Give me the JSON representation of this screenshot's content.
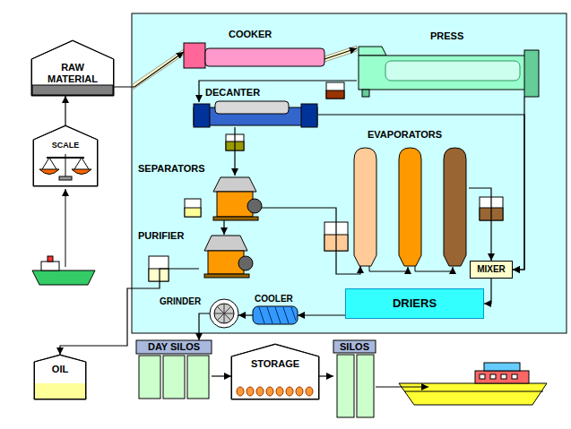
{
  "diagram": {
    "nodes": [
      {
        "text": [
          "RAW MATERIAL"
        ]
      },
      {
        "text": [
          "SCALE"
        ]
      },
      {
        "text": [
          "COOKER"
        ]
      },
      {
        "text": [
          "PRESS"
        ]
      },
      {
        "text": [
          "DECANTER"
        ]
      },
      {
        "text": [
          "SEPARATORS"
        ]
      },
      {
        "text": [
          "PURIFIER"
        ]
      },
      {
        "text": [
          "EVAPORATORS"
        ]
      },
      {
        "text": [
          "MIXER"
        ]
      },
      {
        "text": [
          "DRIERS"
        ]
      },
      {
        "text": [
          "COOLER"
        ]
      },
      {
        "text": [
          "GRINDER"
        ]
      },
      {
        "text": [
          "OIL"
        ]
      },
      {
        "text": [
          "DAY SILOS"
        ]
      },
      {
        "text": [
          "STORAGE"
        ]
      },
      {
        "text": [
          "SILOS"
        ]
      }
    ],
    "edges": [
      {
        "from": 1,
        "to": 0,
        "arrow": "to"
      },
      {
        "from": 0,
        "to": 2,
        "arrow": "to"
      },
      {
        "from": 2,
        "to": 3,
        "arrow": "to"
      },
      {
        "from": 3,
        "to": 4,
        "arrow": "to"
      },
      {
        "from": 4,
        "to": 8,
        "arrow": "to"
      },
      {
        "from": 3,
        "to": 8,
        "arrow": "to"
      },
      {
        "from": 4,
        "to": 5,
        "arrow": "to"
      },
      {
        "from": 5,
        "to": 6,
        "arrow": "to"
      },
      {
        "from": 5,
        "to": 7,
        "arrow": "to"
      },
      {
        "from": 7,
        "to": 8,
        "arrow": "to"
      },
      {
        "from": 8,
        "to": 9,
        "arrow": "to"
      },
      {
        "from": 9,
        "to": 10,
        "arrow": "to"
      },
      {
        "from": 10,
        "to": 11,
        "arrow": "to"
      },
      {
        "from": 11,
        "to": 13,
        "arrow": "to"
      },
      {
        "from": 6,
        "to": 12,
        "arrow": "to"
      },
      {
        "from": 13,
        "to": 14,
        "arrow": "to"
      },
      {
        "from": 14,
        "to": 15,
        "arrow": "to"
      }
    ]
  }
}
